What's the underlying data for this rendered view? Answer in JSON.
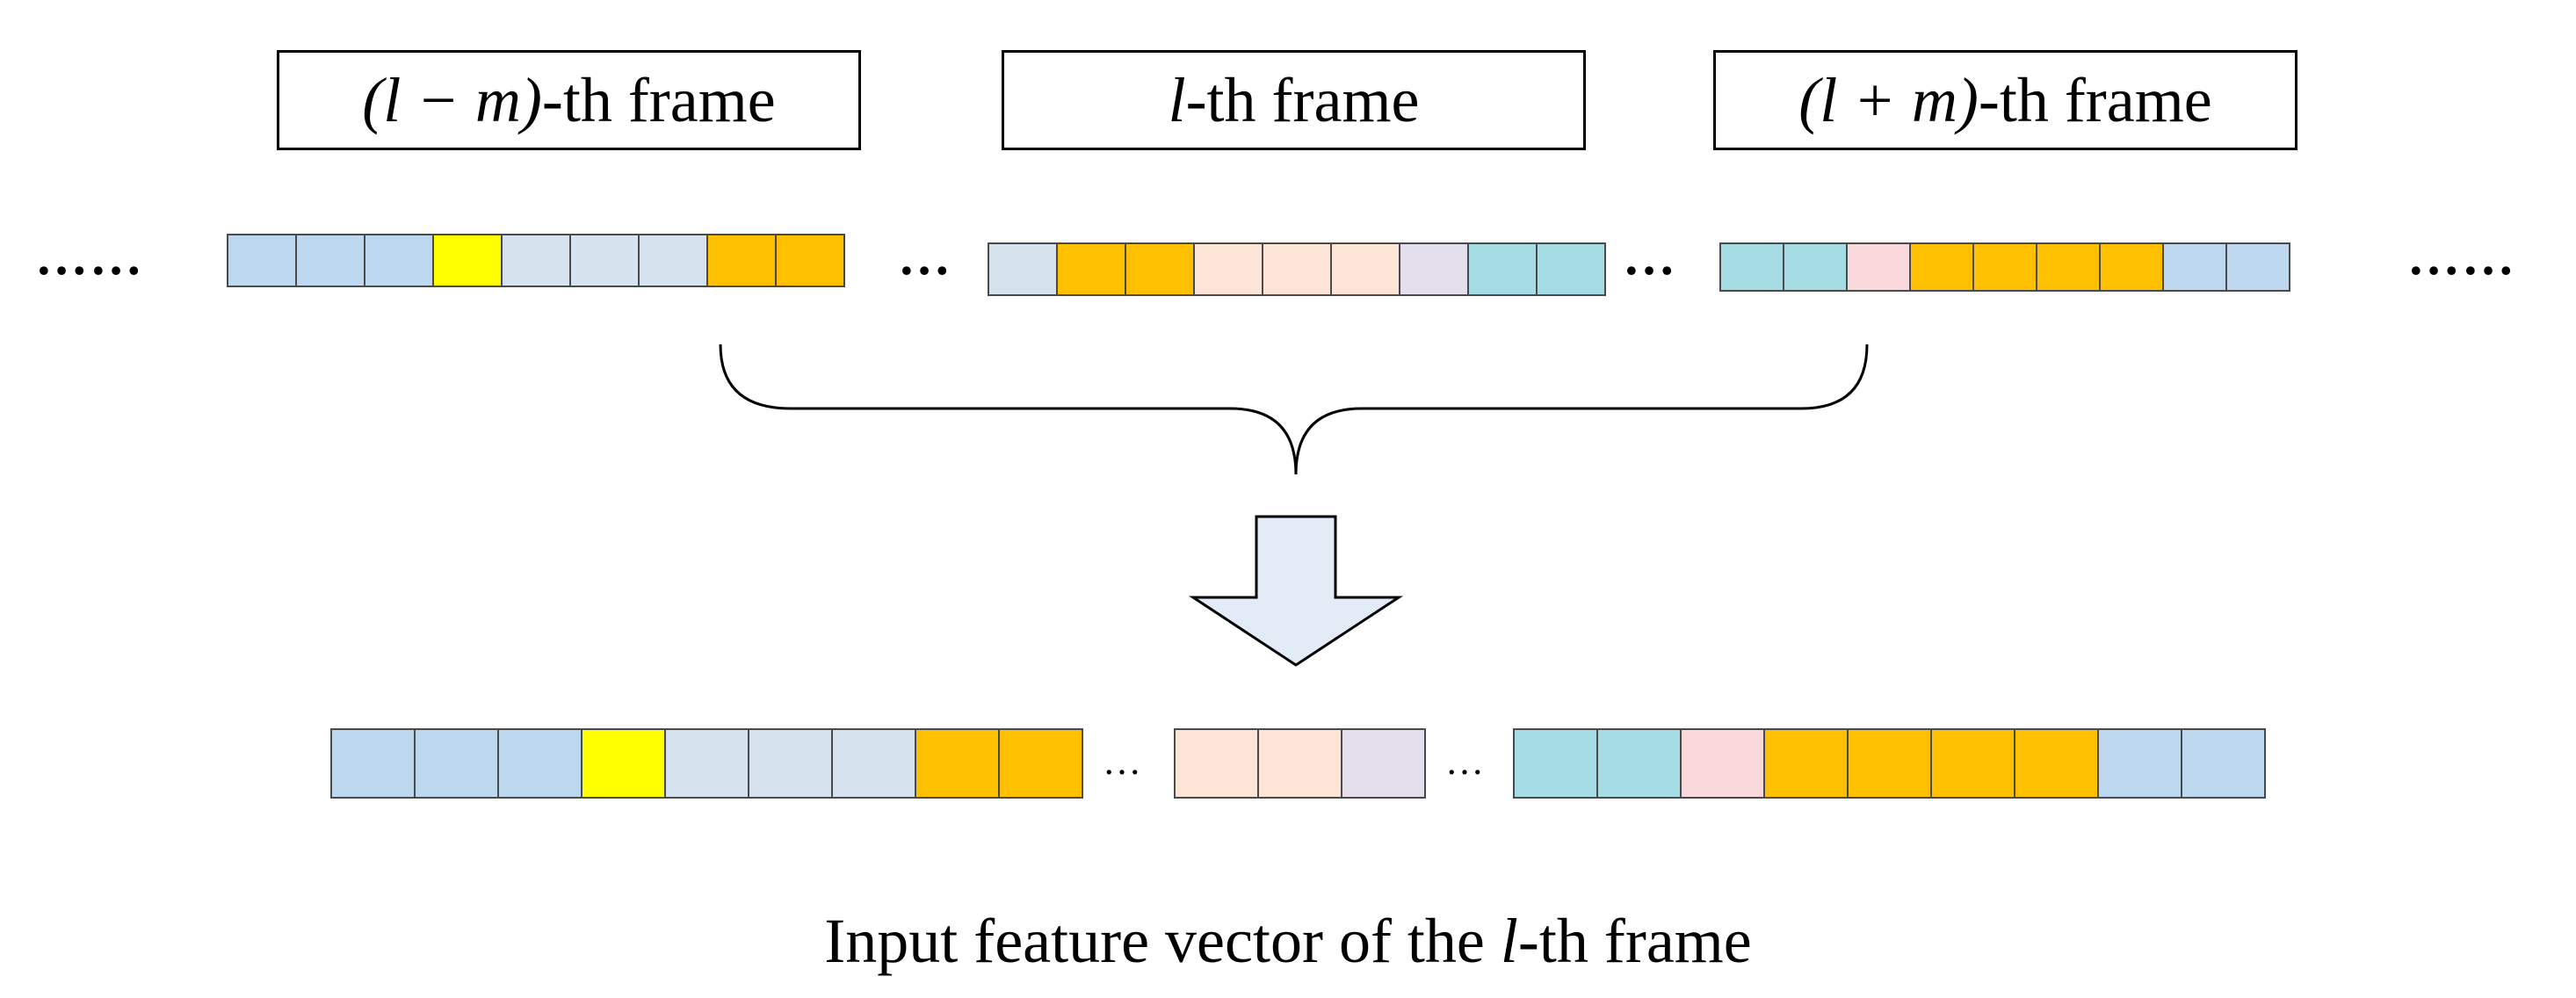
{
  "frames": {
    "prev": {
      "expr": "(l − m)",
      "suffix": " -th frame"
    },
    "curr": {
      "expr": "l",
      "suffix": "-th frame"
    },
    "next": {
      "expr": "(l + m)",
      "suffix": " -th frame"
    }
  },
  "ellipsis_long": "……",
  "ellipsis_short": "…",
  "ellipsis_small": "…",
  "caption": {
    "prefix": "Input feature vector of the ",
    "var": "l",
    "suffix": "-th frame"
  },
  "colors": {
    "blue": "#bdd7ee",
    "lightblue": "#d6e3ef",
    "yellow": "#ffff00",
    "orange": "#ffc000",
    "peach": "#fce4d6",
    "lavender": "#e4dfec",
    "cyan": "#a6dce4",
    "pink": "#f9d9dc",
    "arrow_fill": "#e2ebf6"
  },
  "vectors": {
    "prev_frame": [
      "blue",
      "blue",
      "blue",
      "yellow",
      "lightblue",
      "lightblue",
      "lightblue",
      "orange",
      "orange"
    ],
    "curr_frame": [
      "lightblue",
      "orange",
      "orange",
      "peach",
      "peach",
      "peach",
      "lavender",
      "cyan",
      "cyan"
    ],
    "next_frame": [
      "cyan",
      "cyan",
      "pink",
      "orange",
      "orange",
      "orange",
      "orange",
      "blue",
      "blue"
    ],
    "output_part1": [
      "blue",
      "blue",
      "blue",
      "yellow",
      "lightblue",
      "lightblue",
      "lightblue",
      "orange",
      "orange"
    ],
    "output_part2": [
      "peach",
      "peach",
      "lavender"
    ],
    "output_part3": [
      "cyan",
      "cyan",
      "pink",
      "orange",
      "orange",
      "orange",
      "orange",
      "blue",
      "blue"
    ]
  }
}
